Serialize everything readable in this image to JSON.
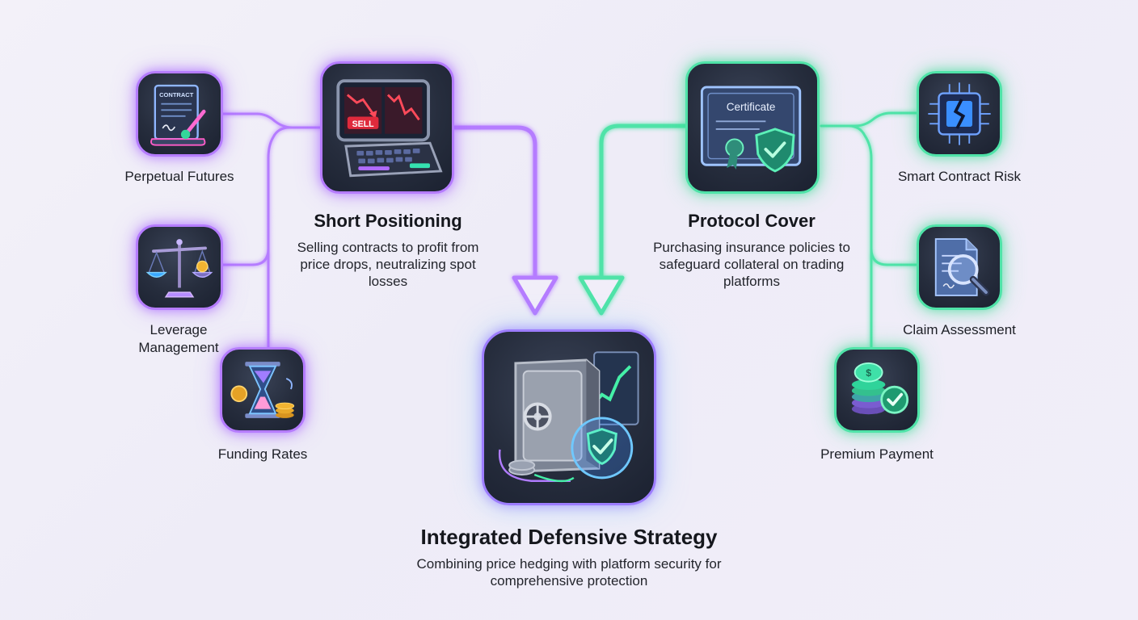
{
  "left": {
    "title": "Short Positioning",
    "description": "Selling contracts to profit from price drops, neutralizing spot losses",
    "tile_text": "SELL",
    "items": [
      {
        "label": "Perpetual Futures",
        "tile_text": "CONTRACT"
      },
      {
        "label": "Leverage Management"
      },
      {
        "label": "Funding Rates"
      }
    ]
  },
  "right": {
    "title": "Protocol Cover",
    "description": "Purchasing insurance policies to safeguard collateral on trading platforms",
    "tile_text": "Certificate",
    "items": [
      {
        "label": "Smart Contract Risk"
      },
      {
        "label": "Claim Assessment"
      },
      {
        "label": "Premium Payment"
      }
    ]
  },
  "center": {
    "title": "Integrated Defensive Strategy",
    "description": "Combining price hedging with platform security for comprehensive protection"
  },
  "colors": {
    "purple": "#b57cff",
    "green": "#4fe3a8",
    "tile_bg": "#262d3d"
  },
  "icons": [
    "contract-icon",
    "scales-icon",
    "hourglass-icon",
    "sell-monitor-icon",
    "certificate-icon",
    "chip-icon",
    "magnifier-document-icon",
    "coin-stack-icon",
    "vault-icon"
  ]
}
